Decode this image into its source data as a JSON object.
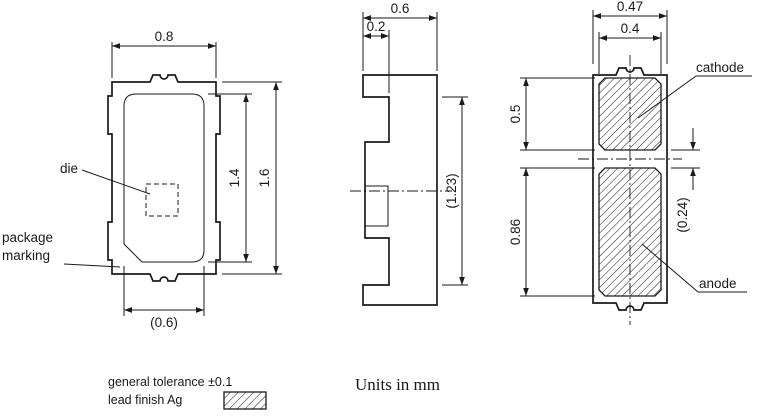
{
  "drawing": {
    "top_view": {
      "dim_width": "0.8",
      "dim_cavity_length": "1.4",
      "dim_length": "1.6",
      "dim_cavity_width": "(0.6)",
      "die_label": "die",
      "marking_label_line1": "package",
      "marking_label_line2": "marking"
    },
    "side_view": {
      "dim_thickness": "0.6",
      "dim_lead": "0.2",
      "dim_height": "(1.23)"
    },
    "bottom_view": {
      "dim_pad_span": "0.47",
      "dim_pad_width": "0.4",
      "dim_cathode_length": "0.5",
      "dim_anode_length": "0.86",
      "dim_gap": "(0.24)",
      "cathode_label": "cathode",
      "anode_label": "anode"
    }
  },
  "legend": {
    "tolerance": "general tolerance ±0.1",
    "lead_finish": "lead finish Ag",
    "units": "Units in mm"
  },
  "colors": {
    "line": "#1a1a1a",
    "background": "#ffffff"
  }
}
